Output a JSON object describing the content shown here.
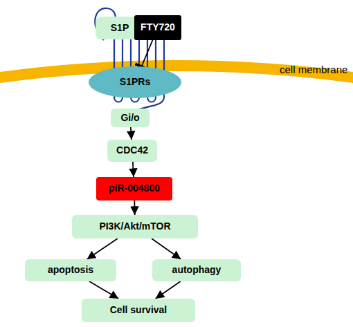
{
  "diagram": {
    "nodes": [
      {
        "text": [
          "S1P"
        ]
      },
      {
        "text": [
          "FTY720"
        ]
      },
      {
        "text": [
          "S1PRs"
        ]
      },
      {
        "text": [
          "Gi/o"
        ]
      },
      {
        "text": [
          "CDC42"
        ]
      },
      {
        "text": [
          "piR-004800"
        ]
      },
      {
        "text": [
          "PI3K/Akt/mTOR"
        ]
      },
      {
        "text": [
          "apoptosis"
        ]
      },
      {
        "text": [
          "autophagy"
        ]
      },
      {
        "text": [
          "Cell survival"
        ]
      }
    ],
    "edges": [
      {
        "from": 1,
        "to": 2,
        "arrow": "to"
      },
      {
        "from": 3,
        "to": 4,
        "arrow": "to"
      },
      {
        "from": 4,
        "to": 5,
        "arrow": "to"
      },
      {
        "from": 5,
        "to": 6,
        "arrow": "to"
      },
      {
        "from": 6,
        "to": 7,
        "arrow": "to"
      },
      {
        "from": 6,
        "to": 8,
        "arrow": "to"
      },
      {
        "from": 7,
        "to": 9,
        "arrow": "to"
      },
      {
        "from": 8,
        "to": 9,
        "arrow": "to"
      }
    ],
    "labels": [
      "cell membrane"
    ]
  }
}
